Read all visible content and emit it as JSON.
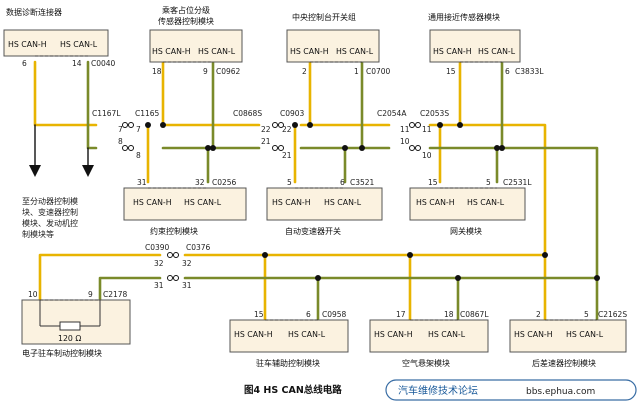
{
  "caption": "图4  HS CAN总线电路",
  "forum": {
    "name": "汽车维修技术论坛",
    "url": "bbs.ephua.com"
  },
  "colors": {
    "can_h": "#e8b400",
    "can_l": "#7a8a2a",
    "box_fill": "#fbf2e0",
    "box_stroke": "#555555"
  },
  "can_h": "HS CAN-H",
  "can_l": "HS CAN-L",
  "modules": {
    "dlc": {
      "title": "数据诊断连接器",
      "pin_h": "6",
      "pin_l": "14",
      "connector": "C0040"
    },
    "occupant": {
      "title_line1": "乘客占位分级",
      "title_line2": "传感器控制模块",
      "pin_h": "18",
      "pin_l": "9",
      "connector": "C0962"
    },
    "console": {
      "title": "中央控制台开关组",
      "pin_h": "2",
      "pin_l": "1",
      "connector": "C0700"
    },
    "proximity": {
      "title": "通用接近传感器模块",
      "pin_h": "15",
      "pin_l": "6",
      "connector": "C3833L"
    },
    "restraint": {
      "title": "约束控制模块",
      "pin_h": "31",
      "pin_l": "32",
      "connector": "C0256"
    },
    "trans_switch": {
      "title": "自动变速器开关",
      "pin_h": "5",
      "pin_l": "6",
      "connector": "C3521"
    },
    "gateway": {
      "title": "网关模块",
      "pin_h": "15",
      "pin_l": "5",
      "connector": "C2531L"
    },
    "epb": {
      "title": "电子驻车制动控制模块",
      "pin_h": "10",
      "pin_l": "9",
      "connector": "C2178",
      "resistor": "120 Ω"
    },
    "park_aid": {
      "title": "驻车辅助控制模块",
      "pin_h": "15",
      "pin_l": "6",
      "connector": "C0958"
    },
    "air_susp": {
      "title": "空气悬架模块",
      "pin_h": "17",
      "pin_l": "18",
      "connector": "C0867L"
    },
    "rear_diff": {
      "title": "后差速器控制模块",
      "pin_h": "2",
      "pin_l": "5",
      "connector": "C2162S"
    }
  },
  "inline_connectors": {
    "c1167l": {
      "name": "C1167L",
      "pin_h": "7",
      "pin_l": "8"
    },
    "c1165": {
      "name": "C1165",
      "pin_h": "7",
      "pin_l": "8"
    },
    "c0868s": {
      "name": "C0868S",
      "pin_h": "22",
      "pin_l": "21"
    },
    "c0903": {
      "name": "C0903",
      "pin_h": "22",
      "pin_l": "21"
    },
    "c2054a": {
      "name": "C2054A",
      "pin_h": "11",
      "pin_l": "10"
    },
    "c2053s": {
      "name": "C2053S",
      "pin_h": "11",
      "pin_l": "10"
    },
    "c0390": {
      "name": "C0390",
      "pin_h": "32",
      "pin_l": "31"
    },
    "c0376": {
      "name": "C0376",
      "pin_h": "32",
      "pin_l": "31"
    }
  },
  "dlc_note": {
    "line1": "至分动器控制模",
    "line2": "块、变速器控制",
    "line3": "模块、发动机控",
    "line4": "制模块等"
  }
}
